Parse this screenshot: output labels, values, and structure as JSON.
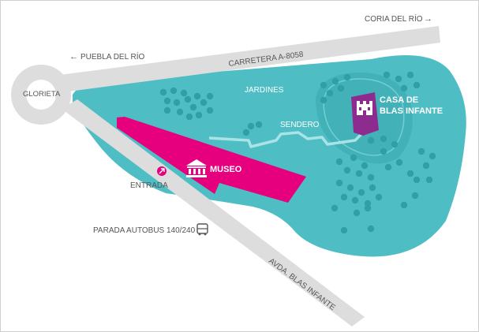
{
  "labels": {
    "coria": "CORIA DEL RÍO",
    "coria_arrow": "→",
    "puebla": "PUEBLA DEL RÍO",
    "puebla_arrow": "←",
    "carretera": "CARRETERA A-8058",
    "glorieta": "GLORIETA",
    "jardines": "JARDINES",
    "sendero": "SENDERO",
    "casa_line1": "CASA DE",
    "casa_line2": "BLAS INFANTE",
    "museo": "MUSEO",
    "entrada": "ENTRADA",
    "parada": "PARADA AUTOBUS 140/240",
    "avda": "AVDA. BLAS INFANTE"
  },
  "icons": {
    "museum": "museum-icon",
    "house": "house-icon",
    "entrance": "entrance-arrow-icon",
    "bus": "bus-icon"
  },
  "colors": {
    "park": "#4ebec4",
    "park_dark": "#43b1b8",
    "tree": "#2f9fa8",
    "road": "#dddddd",
    "museo": "#e6007e",
    "casa": "#8e2b8f",
    "text": "#555555",
    "park_text": "#ffffff"
  }
}
